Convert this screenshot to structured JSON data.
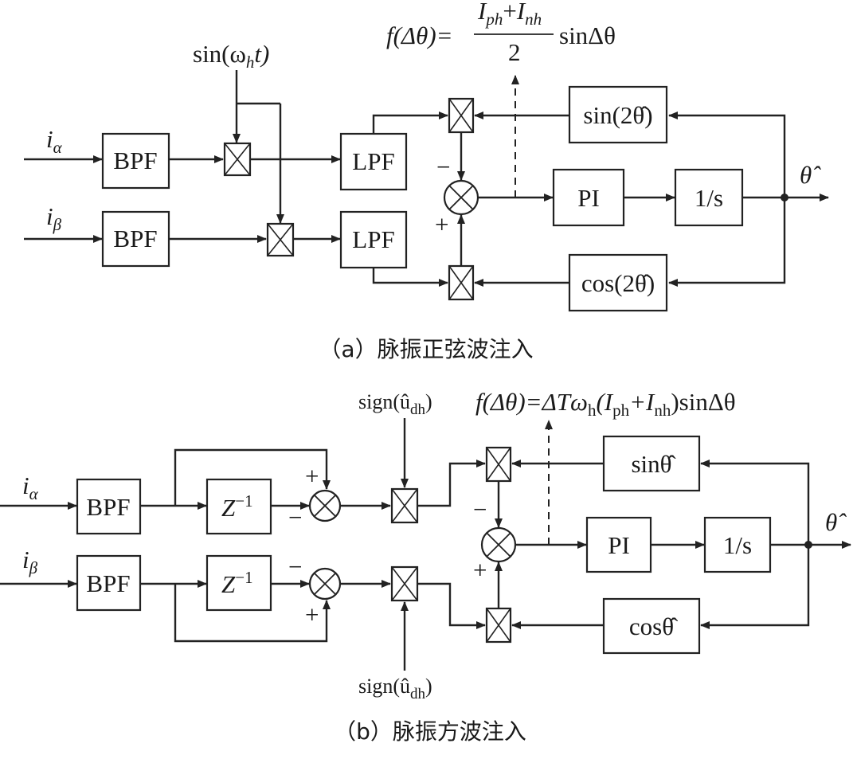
{
  "diagram_a": {
    "input_alpha": "i",
    "input_alpha_sub": "α",
    "input_beta": "i",
    "input_beta_sub": "β",
    "bpf_label": "BPF",
    "lpf_label": "LPF",
    "carrier_label": "sin(ω",
    "carrier_sub": "h",
    "carrier_tail": "t)",
    "pi_label": "PI",
    "integrator_label": "1/s",
    "sin_feedback": "sin(2θ̂)",
    "cos_feedback": "cos(2θ̂)",
    "output_label": "θ̂",
    "error_formula": {
      "lhs": "f(Δθ)=",
      "numerator_a": "I",
      "numerator_a_sub": "ph",
      "plus": "+",
      "numerator_b": "I",
      "numerator_b_sub": "nh",
      "denominator": "2",
      "tail": "sinΔθ"
    },
    "sign_minus": "−",
    "sign_plus": "+",
    "caption": "（a）脉振正弦波注入"
  },
  "diagram_b": {
    "input_alpha": "i",
    "input_alpha_sub": "α",
    "input_beta": "i",
    "input_beta_sub": "β",
    "bpf_label": "BPF",
    "delay_label": "Z",
    "delay_sup": "−1",
    "sign_top": "sign(û",
    "sign_top_sub": "dh",
    "sign_top_tail": ")",
    "sign_bottom": "sign(û",
    "sign_bottom_sub": "dh",
    "sign_bottom_tail": ")",
    "pi_label": "PI",
    "integrator_label": "1/s",
    "sin_feedback": "sinθ̂",
    "cos_feedback": "cosθ̂",
    "output_label": "θ̂",
    "error_formula": "f(Δθ)=ΔTω",
    "error_formula_parts": {
      "omega_sub": "h",
      "paren_open": "(I",
      "i1_sub": "ph",
      "plus_i": "+I",
      "i2_sub": "nh",
      "tail": ")sinΔθ"
    },
    "sign_minus": "−",
    "sign_plus": "+",
    "caption": "（b）脉振方波注入"
  }
}
